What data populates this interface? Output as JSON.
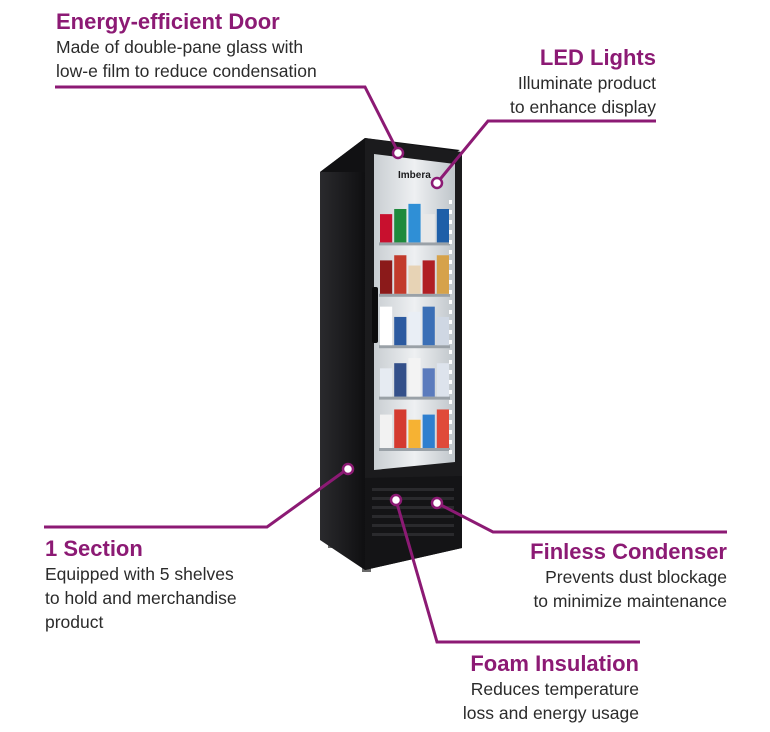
{
  "colors": {
    "accent": "#8c1a74",
    "text": "#2b2b2b",
    "cabinet": "#1b1b1d",
    "glass": "#d9dde0"
  },
  "callouts": {
    "door": {
      "title": "Energy-efficient Door",
      "description": "Made of double-pane glass with\nlow-e film to reduce condensation"
    },
    "led": {
      "title": "LED Lights",
      "description": "Illuminate product\nto enhance display"
    },
    "section": {
      "title": "1 Section",
      "description": "Equipped with 5 shelves\nto hold and merchandise\nproduct"
    },
    "condenser": {
      "title": "Finless Condenser",
      "description": "Prevents dust blockage\nto minimize maintenance"
    },
    "foam": {
      "title": "Foam Insulation",
      "description": "Reduces temperature\nloss and energy usage"
    }
  },
  "product": {
    "brand_logo": "Imbera",
    "shelf_count": 5
  }
}
